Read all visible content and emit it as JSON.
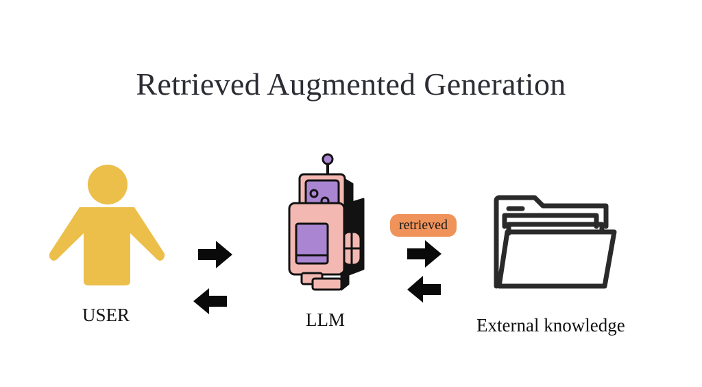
{
  "title": "Retrieved Augmented Generation",
  "nodes": {
    "user": "USER",
    "llm": "LLM",
    "knowledge": "External knowledge"
  },
  "edge_label": "retrieved",
  "icons": {
    "user": "person-icon",
    "llm": "robot-icon",
    "knowledge": "folder-icon"
  },
  "colors": {
    "person": "#ecbf4b",
    "robot_body": "#f3b8b1",
    "robot_screen": "#a985d2",
    "robot_outline": "#121212",
    "badge": "#f0935a",
    "arrows": "#0a0a0a",
    "title": "#2b2d33"
  }
}
